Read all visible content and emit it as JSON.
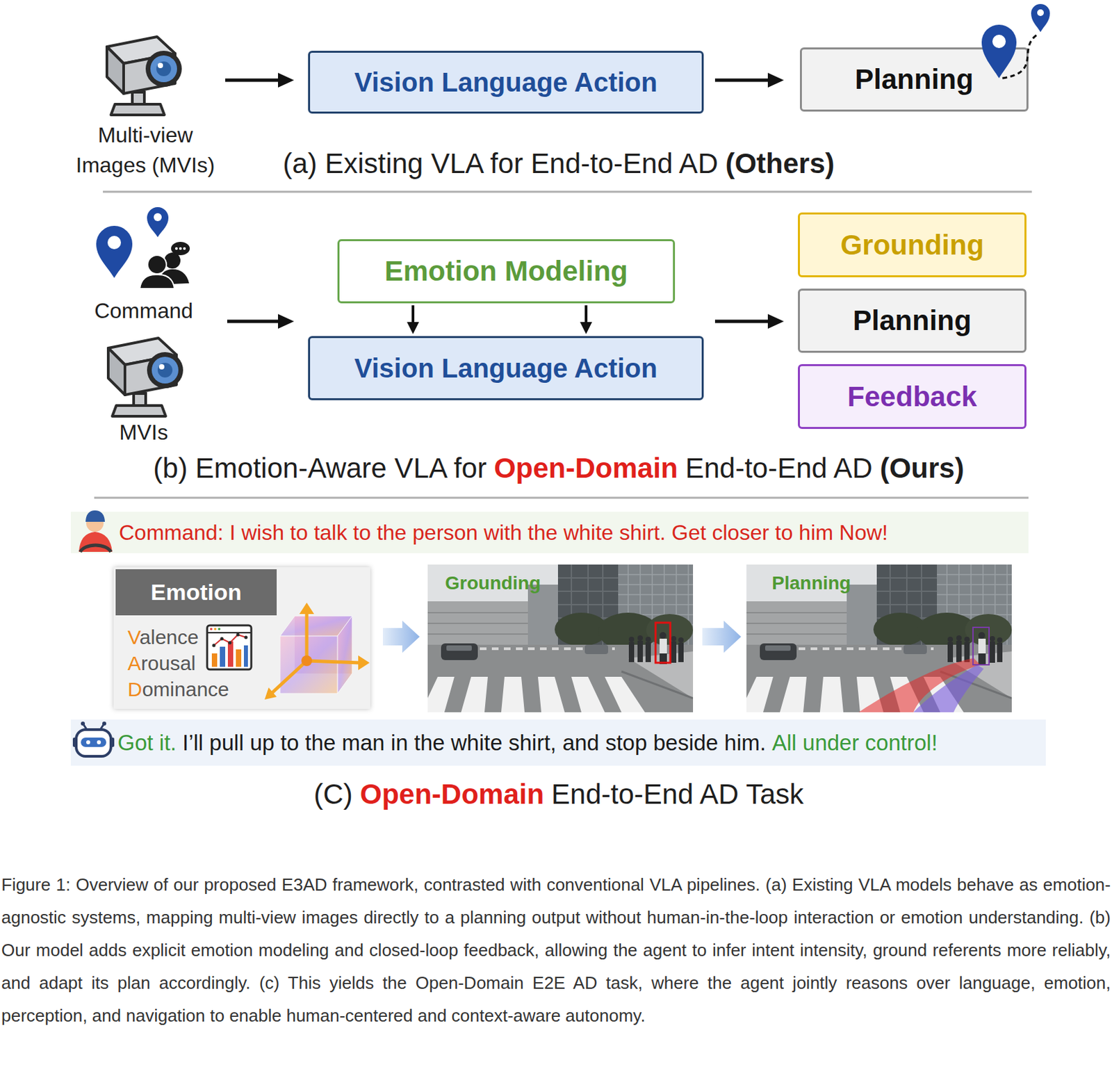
{
  "diagram": {
    "caption": "Figure 1: Overview of our proposed E3AD framework, contrasted with conventional VLA pipelines. (a) Existing VLA models behave as emotion-agnostic systems, mapping multi-view images directly to a planning output without human-in-the-loop interaction or emotion understanding. (b) Our model adds explicit emotion modeling and closed-loop feedback, allowing the agent to infer intent intensity, ground referents more reliably, and adapt its plan accordingly. (c) This yields the Open-Domain E2E AD task, where the agent jointly reasons over language, emotion, perception, and navigation to enable human-centered and context-aware autonomy.",
    "nodes": [
      {
        "text": [
          "Multi-view Images (MVIs)"
        ]
      },
      {
        "text": [
          "Vision Language Action"
        ]
      },
      {
        "text": [
          "Planning"
        ]
      },
      {
        "text": [
          "Command"
        ]
      },
      {
        "text": [
          "Emotion Modeling"
        ]
      },
      {
        "text": [
          "MVIs"
        ]
      },
      {
        "text": [
          "Vision Language Action"
        ]
      },
      {
        "text": [
          "Grounding"
        ]
      },
      {
        "text": [
          "Planning"
        ]
      },
      {
        "text": [
          "Feedback"
        ]
      },
      {
        "text": [
          "Command: I wish to talk to the person with the white shirt. Get closer to him Now!"
        ]
      },
      {
        "text": [
          "Valence",
          "Arousal",
          "Dominance"
        ]
      },
      {
        "text": [
          "Emotion"
        ],
        "in": 11
      },
      {
        "text": [
          "Grounding"
        ]
      },
      {
        "text": [
          "Planning"
        ]
      },
      {
        "text": [
          "Got it.",
          "I’ll pull up to the man in the white shirt, and stop beside him.",
          "All under control!"
        ]
      }
    ],
    "edges": [
      {
        "from": 0,
        "to": 1,
        "arrow": "to"
      },
      {
        "from": 1,
        "to": 2,
        "arrow": "to"
      },
      {
        "from": 4,
        "to": 6,
        "arrow": "to"
      },
      {
        "from": 4,
        "to": 6,
        "arrow": "to"
      },
      {
        "from": 11,
        "to": 13,
        "arrow": "to"
      },
      {
        "from": 13,
        "to": 14,
        "arrow": "to"
      }
    ],
    "labels": [
      "(a) Existing VLA for End-to-End AD",
      "(Others)",
      "(b) Emotion-Aware VLA for",
      "Open-Domain",
      "End-to-End AD",
      "(Ours)",
      "(C)",
      "Open-Domain",
      "End-to-End AD Task"
    ]
  }
}
